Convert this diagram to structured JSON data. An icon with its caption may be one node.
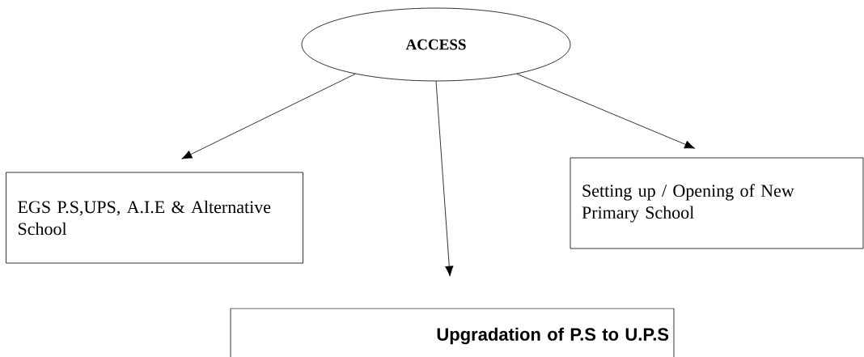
{
  "diagram": {
    "nodes": [
      {
        "text": [
          "ACCESS"
        ]
      },
      {
        "text": [
          "EGS P.S,UPS, A.I.E & Alternative School"
        ]
      },
      {
        "text": [
          "Setting up / Opening of New Primary School"
        ]
      },
      {
        "text": [
          "Upgradation of P.S to U.P.S"
        ]
      }
    ],
    "edges": [
      {
        "from": 0,
        "to": 1,
        "arrow": "to"
      },
      {
        "from": 0,
        "to": 3,
        "arrow": "to"
      },
      {
        "from": 0,
        "to": 2,
        "arrow": "to"
      }
    ]
  }
}
